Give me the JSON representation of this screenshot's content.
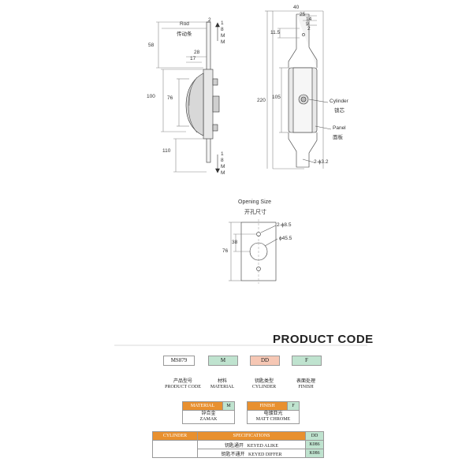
{
  "front_view": {
    "rod_label": "Rod",
    "rod_label_cn": "传动条",
    "dims": {
      "d2": "2",
      "d58": "58",
      "d28": "28",
      "d17": "17",
      "d100": "100",
      "d76": "76",
      "d110": "110"
    },
    "stroke_top": [
      "1",
      "8",
      "M",
      "M"
    ],
    "stroke_bottom": [
      "1",
      "8",
      "M",
      "M"
    ]
  },
  "side_view": {
    "dims": {
      "d40": "40",
      "d25": "25",
      "d14": "14",
      "d9": "9",
      "d2": "2",
      "d11_5": "11.5",
      "d220": "220",
      "d105": "105",
      "hole": "2-ϕ3.2"
    },
    "cylinder_label": "Cylinder",
    "cylinder_label_cn": "锁芯",
    "panel_label": "Panel",
    "panel_label_cn": "面板"
  },
  "opening": {
    "title": "Opening Size",
    "title_cn": "开孔尺寸",
    "small_holes": "2-ϕ8.5",
    "big_hole": "ϕ45.5",
    "d38": "38",
    "d76": "76"
  },
  "product_code": {
    "title": "PRODUCT CODE",
    "boxes": [
      {
        "code": "MS879",
        "cap_cn": "产品型号",
        "cap_en": "PRODUCT CODE",
        "color": "#ffffff"
      },
      {
        "code": "M",
        "cap_cn": "材料",
        "cap_en": "MATERIAL",
        "color": "#bfe3cf"
      },
      {
        "code": "DD",
        "cap_cn": "钥匙类型",
        "cap_en": "CYLINDER",
        "color": "#f6c7b4"
      },
      {
        "code": "F",
        "cap_cn": "表面处理",
        "cap_en": "FINISH",
        "color": "#bfe3cf"
      }
    ]
  },
  "material_table": {
    "header": "MATERIAL",
    "code": "M",
    "value_cn": "锌合金",
    "value_en": "ZAMAK"
  },
  "finish_table": {
    "header": "FINISH",
    "code": "F",
    "value_cn": "电镀亚光",
    "value_en": "MATT CHROME"
  },
  "cylinder_table": {
    "headers": [
      "CYLINDER",
      "SPECIFICATIONS",
      "DD"
    ],
    "rows": [
      {
        "cn": "钥匙通开",
        "en": "KEYED ALIKE",
        "code": "K086"
      },
      {
        "cn": "钥匙不通开",
        "en": "KEYED DIFFER",
        "code": "K086"
      }
    ]
  },
  "colors": {
    "orange": "#e8902f",
    "green": "#bfe3cf",
    "pink": "#f6c7b4"
  }
}
